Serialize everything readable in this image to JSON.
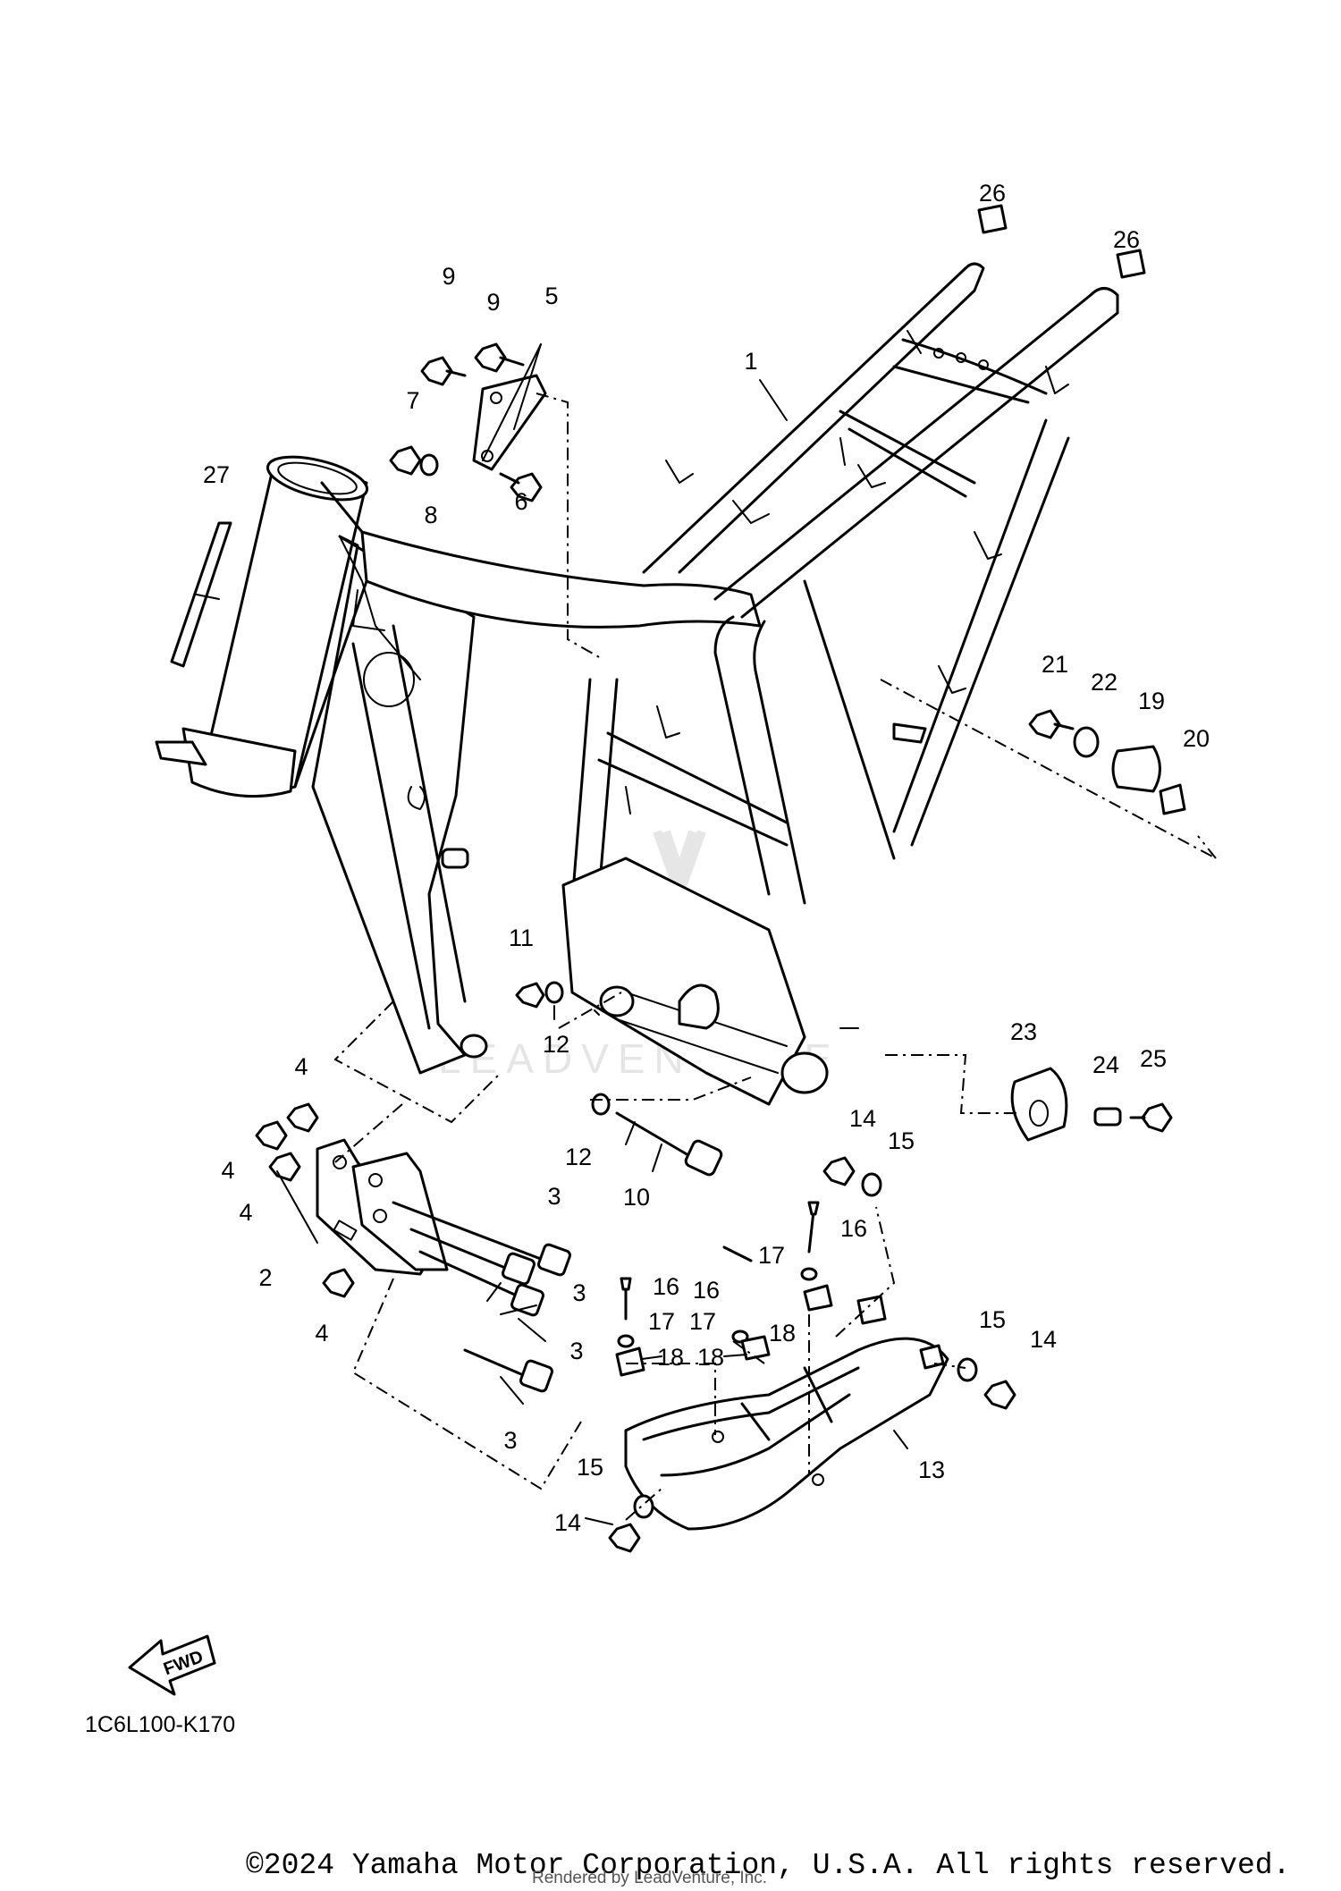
{
  "diagram": {
    "code": "1C6L100-K170",
    "direction_label": "FWD",
    "watermark": "LEADVENTURE",
    "callouts": [
      "1",
      "2",
      "3",
      "4",
      "5",
      "6",
      "7",
      "8",
      "9",
      "10",
      "11",
      "12",
      "13",
      "14",
      "15",
      "16",
      "17",
      "18",
      "19",
      "20",
      "21",
      "22",
      "23",
      "24",
      "25",
      "26",
      "27"
    ]
  },
  "footer": {
    "copyright": "©2024 Yamaha Motor Corporation, U.S.A. All rights reserved.",
    "rendered_by": "Rendered by LeadVenture, Inc."
  }
}
